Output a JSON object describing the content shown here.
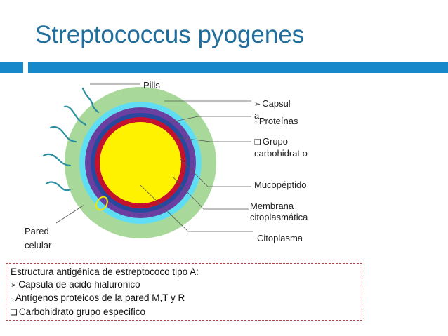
{
  "title": "Streptococcus pyogenes",
  "labels": {
    "pilis": "Pilis",
    "capsula": "Capsul a",
    "proteinas": "Proteínas",
    "grupo": "Grupo carbohidrat o",
    "mucopeptido": "Mucopéptido",
    "membrana": "Membrana citoplasmática",
    "citoplasma": "Citoplasma",
    "pared": "Pared celular"
  },
  "bullets": {
    "capsula": "➢",
    "proteinas": "○",
    "grupo": "❑"
  },
  "box": {
    "heading": "Estructura antigénica de estreptococo tipo A:",
    "items": [
      {
        "bullet": "➢",
        "text": "Capsula de acido hialuronico"
      },
      {
        "bullet": "○",
        "text": "Antígenos proteicos de la pared M,T y R"
      },
      {
        "bullet": "❑",
        "text": "Carbohidrato grupo especifico"
      }
    ]
  },
  "colors": {
    "title": "#1F6E9E",
    "bar": "#1788C9",
    "capsule": "#A8D99A",
    "proteins": "#5FDDF2",
    "carbohydrate": "#6A3FA0",
    "mucopeptide": "#28489E",
    "membrane": "#C4122E",
    "cytoplasm": "#FFF200",
    "pili": "#2A8FA0",
    "box_border": "#B2454B"
  }
}
